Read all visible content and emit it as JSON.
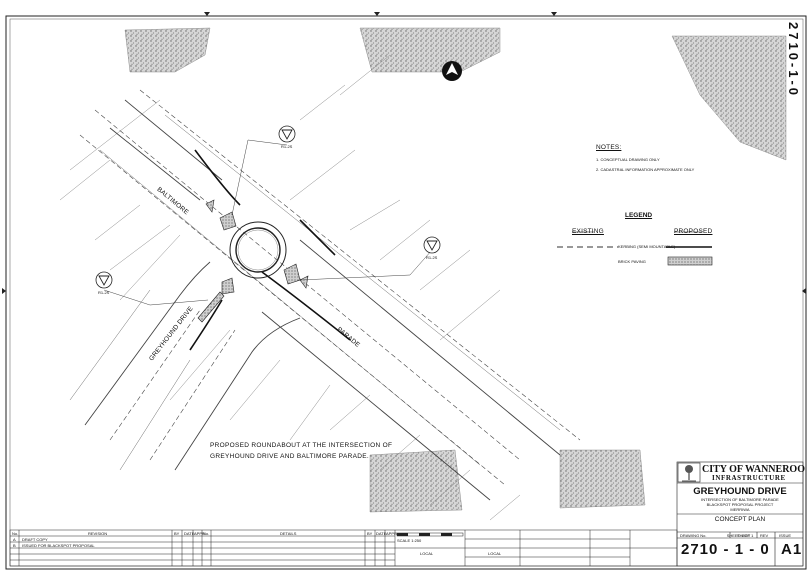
{
  "sheet_code": "2710-1-0",
  "sheet_code_spaced": "2710 - 1 - 0",
  "sheet_size": "A1",
  "north_label": "N",
  "streets": {
    "baltimore": "BALTIMORE",
    "parade": "PARADE",
    "greyhound_drive": "GREYHOUND DRIVE"
  },
  "signs": [
    {
      "id": "r1-2a",
      "label": "R1-2S"
    },
    {
      "id": "r1-2b",
      "label": "R1-2S"
    },
    {
      "id": "r1-2c",
      "label": "R1-2S"
    }
  ],
  "notes": {
    "title": "NOTES:",
    "items": [
      "CONCEPTUAL DRAWING ONLY",
      "CADASTRAL INFORMATION APPROXIMATE ONLY"
    ]
  },
  "legend": {
    "title": "LEGEND",
    "existing": "EXISTING",
    "proposed": "PROPOSED",
    "rows": [
      {
        "label": "KERBING (SEMI MOUNTABLE)"
      },
      {
        "label": "BRICK PAVING"
      }
    ]
  },
  "plan_note": {
    "line1": "PROPOSED ROUNDABOUT AT THE INTERSECTION OF",
    "line2": "GREYHOUND DRIVE AND BALTIMORE PARADE."
  },
  "title_block": {
    "org_name": "CITY OF WANNEROO",
    "dept": "INFRASTRUCTURE",
    "project": "GREYHOUND DRIVE",
    "desc_lines": [
      "INTERSECTION OF BALTIMORE PARADE",
      "BLACKSPOT PROPOSAL PROJECT",
      "MERRIWA"
    ],
    "plan_title": "CONCEPT PLAN",
    "sheet_label": "SHEET 1 OF 1",
    "scale": "1:250",
    "scale_label": "SCALE",
    "local_1": "LOCAL",
    "local_2": "LOCAL",
    "drawing_no_label": "DRAWING No.",
    "sheet_col_label": "SHEET",
    "rev_label": "REV",
    "issue_label": "ISSUE"
  },
  "revision_table": {
    "headers": [
      "No.",
      "REVISION",
      "BY",
      "DATE",
      "APPR",
      "No.",
      "DETAILS",
      "BY",
      "DATE",
      "APPR"
    ],
    "rows": [
      {
        "no": "A",
        "desc": "DRAFT COPY"
      },
      {
        "no": "B",
        "desc": "ISSUED FOR BLACKSPOT PROPOSAL"
      }
    ]
  }
}
